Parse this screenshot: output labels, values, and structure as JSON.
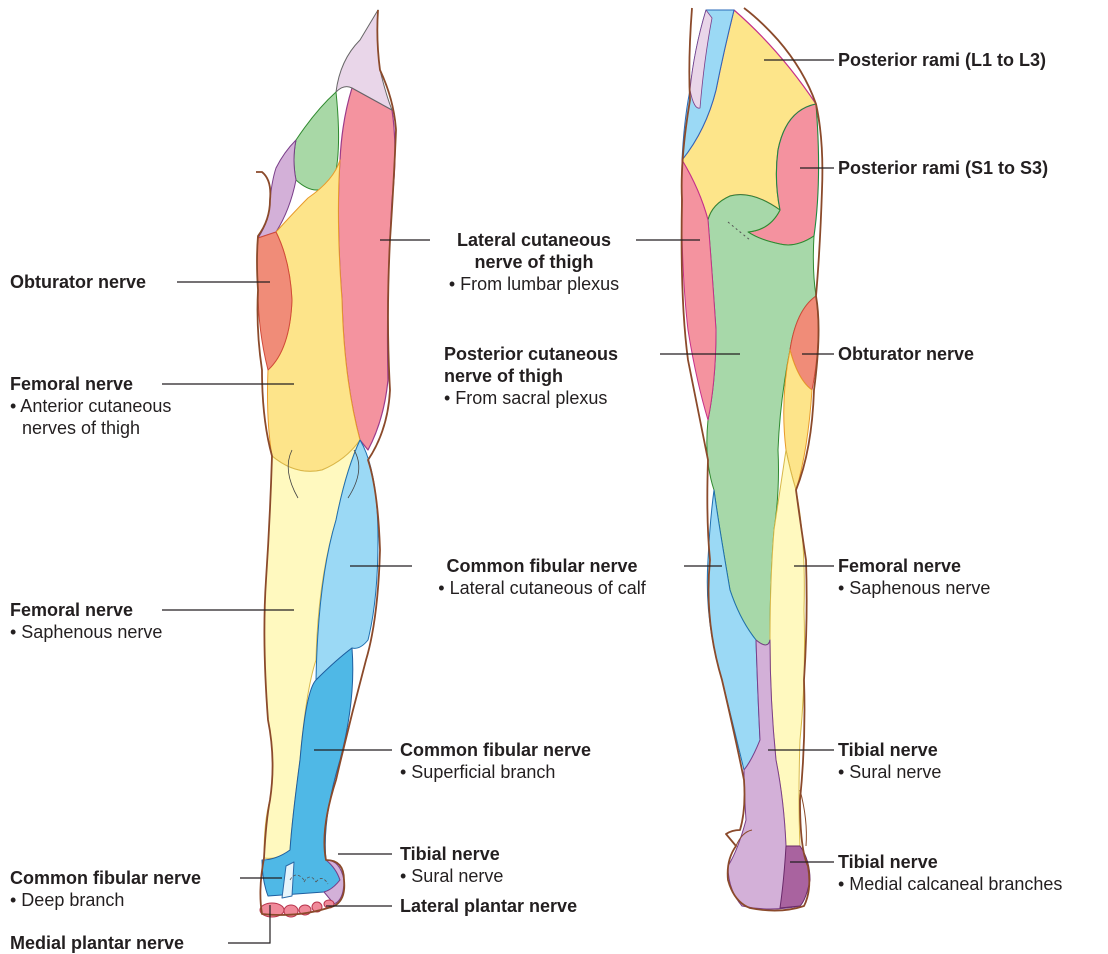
{
  "labels": {
    "obturator_left": {
      "title": "Obturator nerve"
    },
    "femoral_left_upper": {
      "title": "Femoral nerve",
      "sub1": "• Anterior cutaneous",
      "sub2": "nerves of thigh"
    },
    "femoral_left_lower": {
      "title": "Femoral nerve",
      "sub1": "• Saphenous nerve"
    },
    "common_fibular_deep": {
      "title": "Common fibular nerve",
      "sub1": "• Deep branch"
    },
    "medial_plantar": {
      "title": "Medial plantar nerve"
    },
    "lateral_cutaneous_thigh": {
      "title1": "Lateral cutaneous",
      "title2": "nerve of thigh",
      "sub1": "• From lumbar plexus"
    },
    "posterior_cutaneous_thigh": {
      "title1": "Posterior cutaneous",
      "title2": "nerve of thigh",
      "sub1": "• From sacral plexus"
    },
    "common_fibular_calf": {
      "title": "Common fibular nerve",
      "sub1": "• Lateral cutaneous of calf"
    },
    "common_fibular_superficial": {
      "title": "Common fibular nerve",
      "sub1": "• Superficial branch"
    },
    "tibial_sural_front": {
      "title": "Tibial nerve",
      "sub1": "• Sural nerve"
    },
    "lateral_plantar": {
      "title": "Lateral plantar nerve"
    },
    "posterior_rami_l": {
      "title": "Posterior rami (L1 to L3)"
    },
    "posterior_rami_s": {
      "title": "Posterior rami (S1 to S3)"
    },
    "obturator_right": {
      "title": "Obturator nerve"
    },
    "femoral_right": {
      "title": "Femoral nerve",
      "sub1": "• Saphenous nerve"
    },
    "tibial_sural_back": {
      "title": "Tibial nerve",
      "sub1": "• Sural nerve"
    },
    "tibial_calcaneal": {
      "title": "Tibial nerve",
      "sub1": "• Medial calcaneal branches"
    }
  },
  "colors": {
    "outline": "#8b4a2b",
    "posterior_rami_lumbar": "#fde58a",
    "posterior_rami_sacral": "#f4929f",
    "lateral_cutaneous_thigh": "#f4939f",
    "obturator": "#f08c78",
    "femoral_anterior": "#fde48a",
    "femoral_saphenous": "#fff9bf",
    "genital_branch": "#e9d6e9",
    "ilioinguinal": "#d3b0d8",
    "genitofemoral": "#a8d8a6",
    "posterior_cutaneous_thigh": "#a7d8a9",
    "common_fibular_calf": "#9bd9f5",
    "superficial_fibular": "#4fb8e6",
    "deep_fibular": "#cfe9f7",
    "sural": "#d3b0d8",
    "medial_calcaneal": "#a9639f",
    "plantar": "#f08a9a"
  }
}
